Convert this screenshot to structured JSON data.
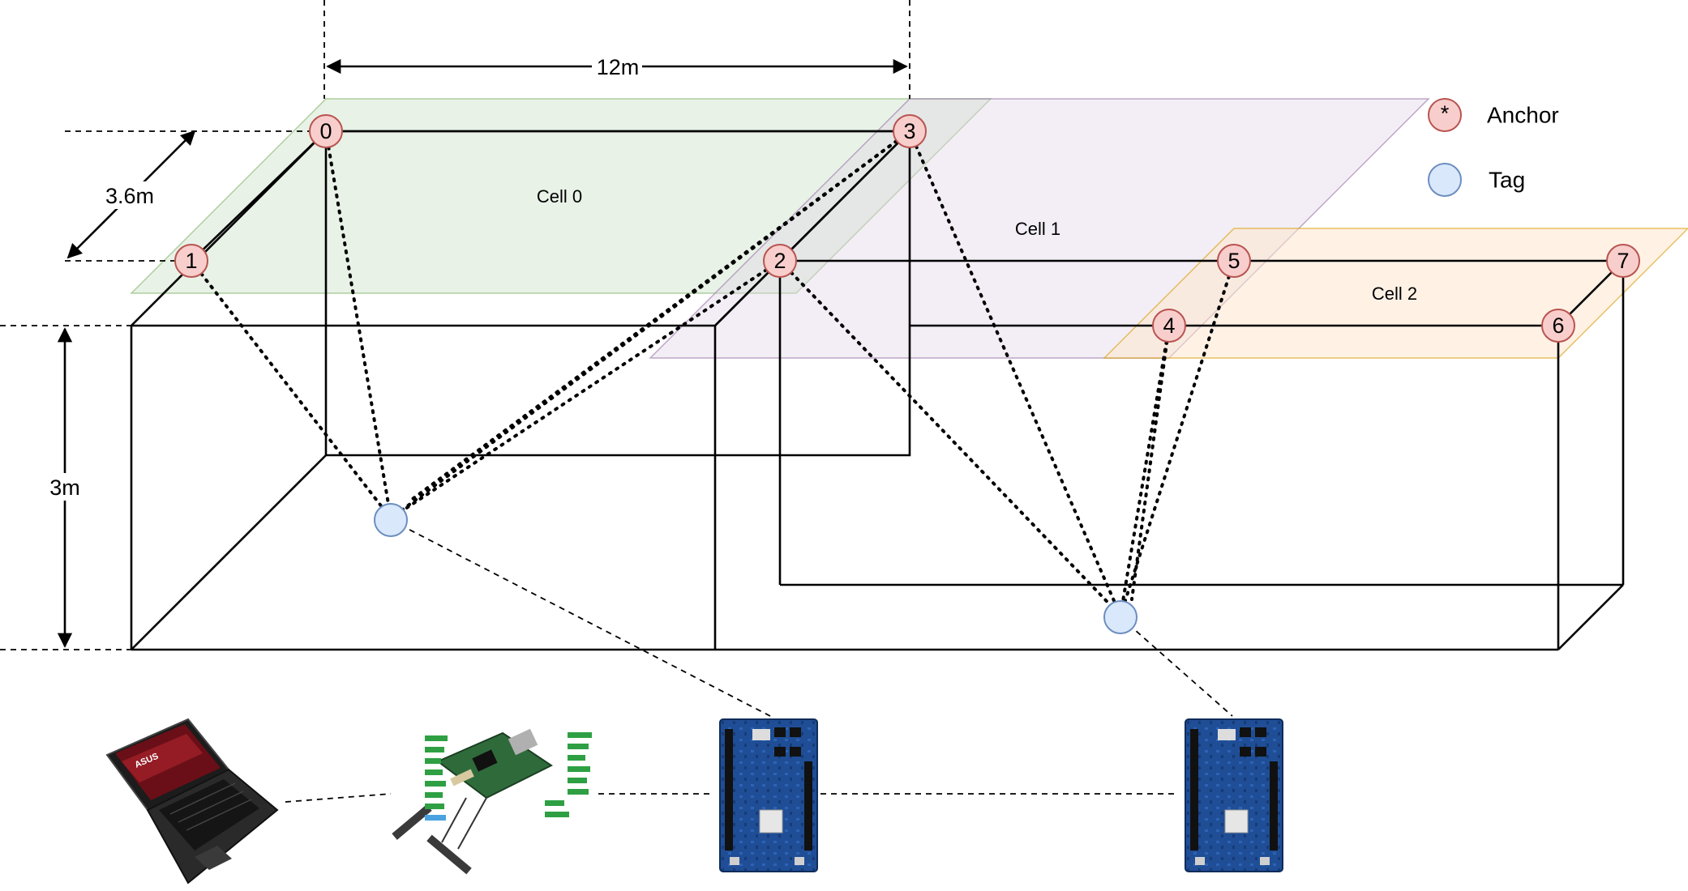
{
  "dimensions": {
    "width_label": "12m",
    "depth_label": "3.6m",
    "height_label": "3m"
  },
  "cells": [
    {
      "id": "cell0",
      "label": "Cell 0",
      "fill": "#d5e8d4",
      "stroke": "#82b366"
    },
    {
      "id": "cell1",
      "label": "Cell 1",
      "fill": "#e1d5e7",
      "stroke": "#9673a6"
    },
    {
      "id": "cell2",
      "label": "Cell 2",
      "fill": "#ffe6cc",
      "stroke": "#d79b00"
    }
  ],
  "anchors": [
    {
      "id": "0",
      "label": "0"
    },
    {
      "id": "1",
      "label": "1"
    },
    {
      "id": "2",
      "label": "2"
    },
    {
      "id": "3",
      "label": "3"
    },
    {
      "id": "4",
      "label": "4"
    },
    {
      "id": "5",
      "label": "5"
    },
    {
      "id": "6",
      "label": "6"
    },
    {
      "id": "7",
      "label": "7"
    }
  ],
  "legend": {
    "anchor_symbol": "*",
    "anchor_label": "Anchor",
    "tag_label": "Tag"
  },
  "devices": [
    {
      "id": "laptop",
      "brand": "ASUS"
    },
    {
      "id": "gateway-board"
    },
    {
      "id": "uwb-board-1"
    },
    {
      "id": "uwb-board-2"
    }
  ],
  "colors": {
    "anchor_fill": "#f8cecc",
    "anchor_stroke": "#b85450",
    "tag_fill": "#dae8fc",
    "tag_stroke": "#6c8ebf",
    "board_blue": "#1f4e96"
  }
}
